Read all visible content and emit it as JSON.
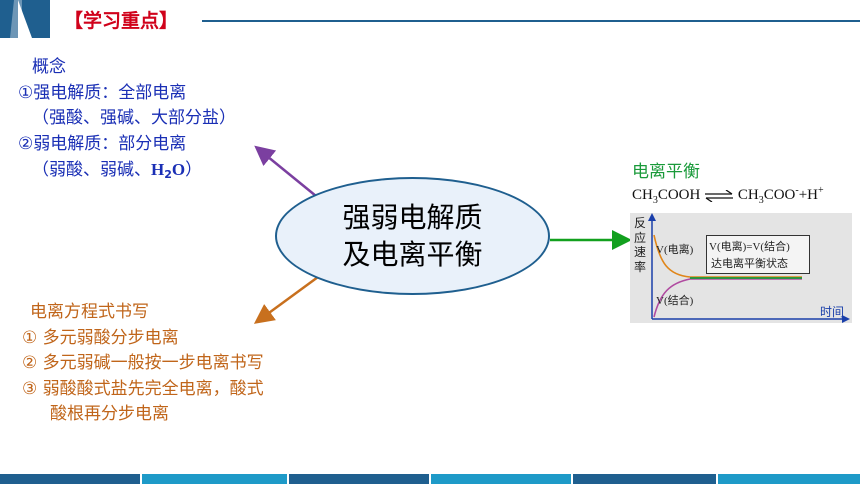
{
  "header": {
    "title": "【学习重点】"
  },
  "concept": {
    "heading": "概念",
    "line1": "①强电解质：全部电离",
    "line2": "（强酸、强碱、大部分盐）",
    "line3": "②弱电解质：部分电离",
    "line4_pre": "（弱酸、弱碱、",
    "line4_h": "H",
    "line4_sub": "2",
    "line4_o": "O",
    "line4_post": "）"
  },
  "equation_writing": {
    "heading": "电离方程式书写",
    "item1": "① 多元弱酸分步电离",
    "item2": "② 多元弱碱一般按一步电离书写",
    "item3": "③ 弱酸酸式盐先完全电离，酸式",
    "item3_cont": "酸根再分步电离"
  },
  "center": {
    "line1": "强弱电解质",
    "line2": "及电离平衡"
  },
  "equilibrium": {
    "title": "电离平衡",
    "formula_left_a": "CH",
    "formula_left_sub": "3",
    "formula_left_b": "COOH",
    "formula_right_a": "CH",
    "formula_right_sub": "3",
    "formula_right_b": "COO",
    "formula_right_sup": "-",
    "formula_right_c": "+H",
    "formula_right_sup2": "+",
    "y_axis_label": "反应速率",
    "x_axis_label": "时间",
    "curve_ionize_label": "V(电离)",
    "curve_combine_label": "V(结合)",
    "box_line1": "V(电离)=V(结合)",
    "box_line2": "达电离平衡状态"
  },
  "colors": {
    "concept_text": "#1a2fb5",
    "orange_text": "#c0651a",
    "green_text": "#1a9a3a",
    "header_red": "#d0021b",
    "arrow_purple": "#7b3fa0",
    "arrow_green": "#12a01e",
    "arrow_orange": "#c8701e"
  }
}
